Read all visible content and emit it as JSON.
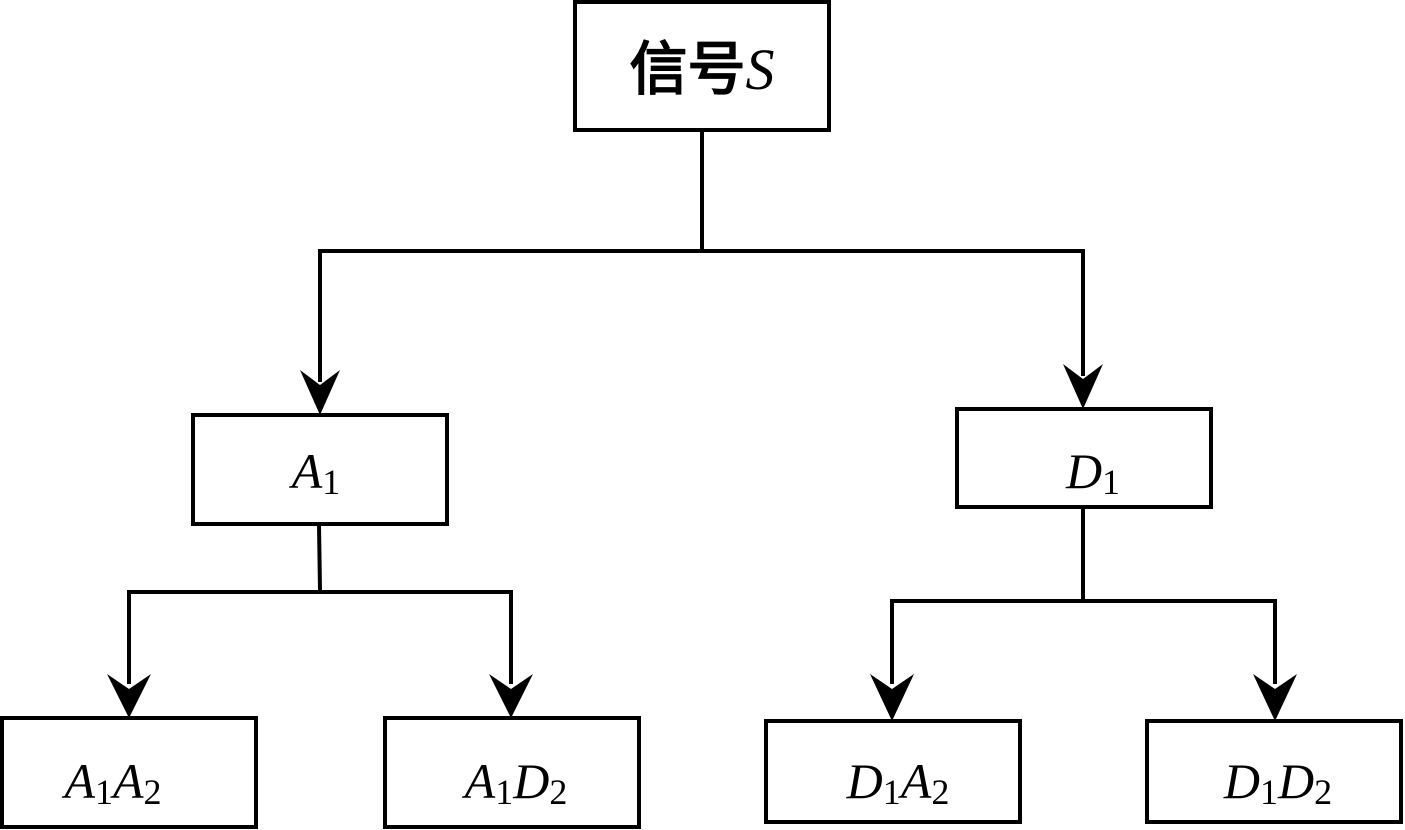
{
  "diagram": {
    "root": {
      "prefix": "信号",
      "var": "S"
    },
    "level1": {
      "left": {
        "var": "A",
        "sub": "1"
      },
      "right": {
        "var": "D",
        "sub": "1"
      }
    },
    "level2": [
      {
        "v1": "A",
        "s1": "1",
        "v2": "A",
        "s2": "2"
      },
      {
        "v1": "A",
        "s1": "1",
        "v2": "D",
        "s2": "2"
      },
      {
        "v1": "D",
        "s1": "1",
        "v2": "A",
        "s2": "2"
      },
      {
        "v1": "D",
        "s1": "1",
        "v2": "D",
        "s2": "2"
      }
    ],
    "colors": {
      "line": "#000000",
      "background": "#ffffff"
    }
  }
}
